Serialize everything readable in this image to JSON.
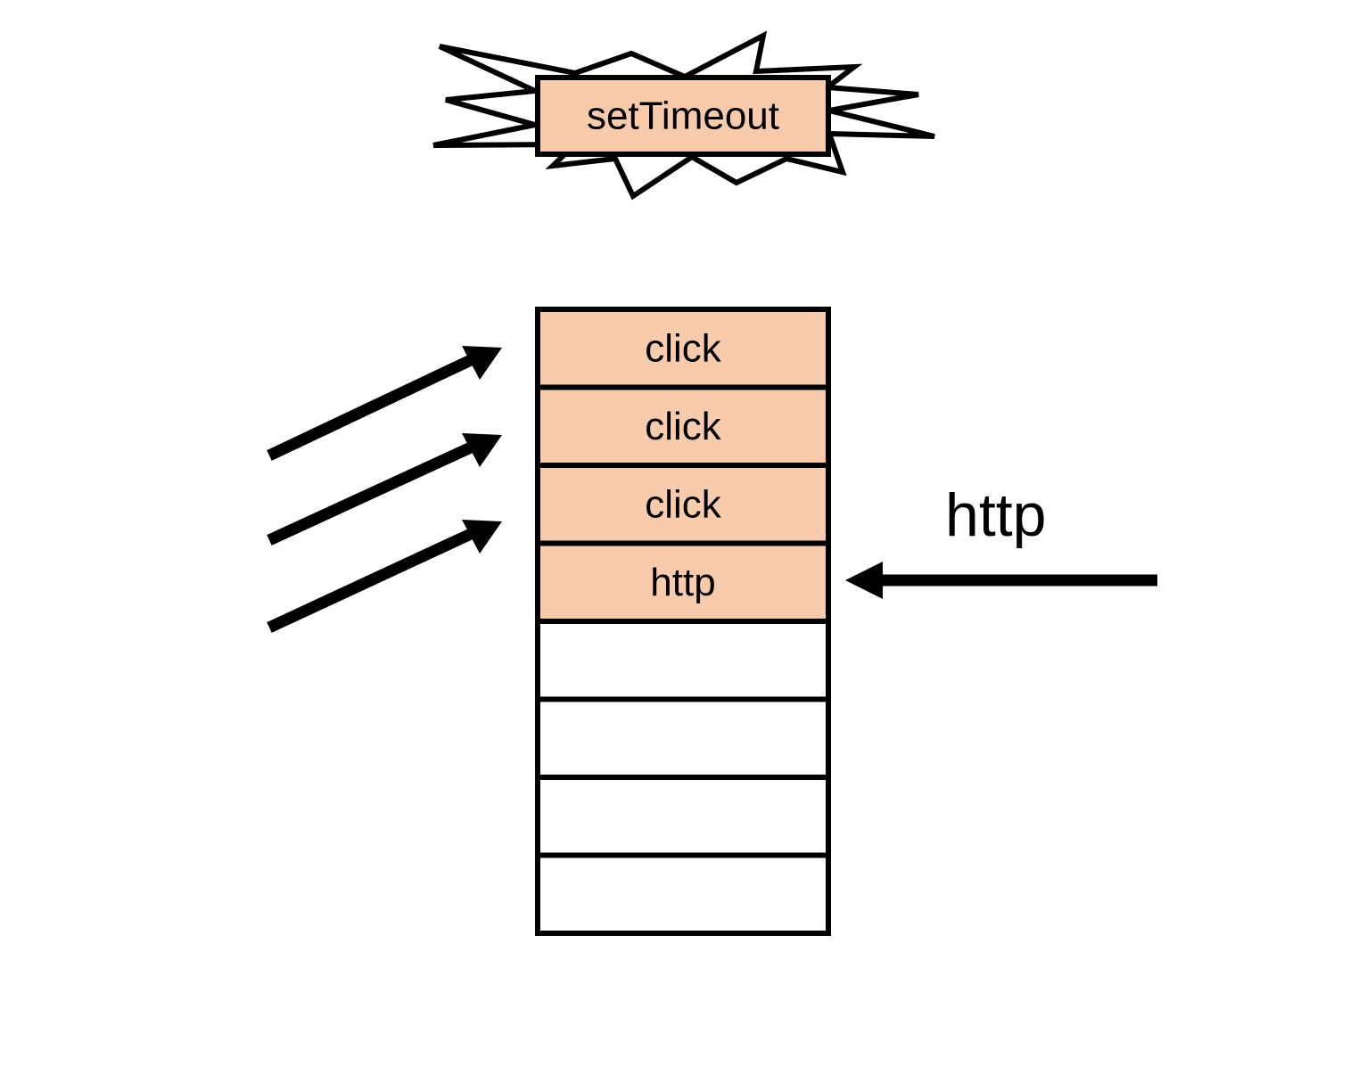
{
  "timer": {
    "label": "setTimeout",
    "fill": "#f8cbad",
    "shape": "starburst"
  },
  "queue": {
    "slots": [
      {
        "label": "click",
        "filled": true
      },
      {
        "label": "click",
        "filled": true
      },
      {
        "label": "click",
        "filled": true
      },
      {
        "label": "http",
        "filled": true
      },
      {
        "label": "",
        "filled": false
      },
      {
        "label": "",
        "filled": false
      },
      {
        "label": "",
        "filled": false
      },
      {
        "label": "",
        "filled": false
      }
    ],
    "filled_color": "#f8cbad",
    "empty_color": "#ffffff"
  },
  "incoming": {
    "left_arrow_count": 3,
    "right_label": "http"
  },
  "colors": {
    "stroke": "#000000",
    "background": "#ffffff"
  }
}
